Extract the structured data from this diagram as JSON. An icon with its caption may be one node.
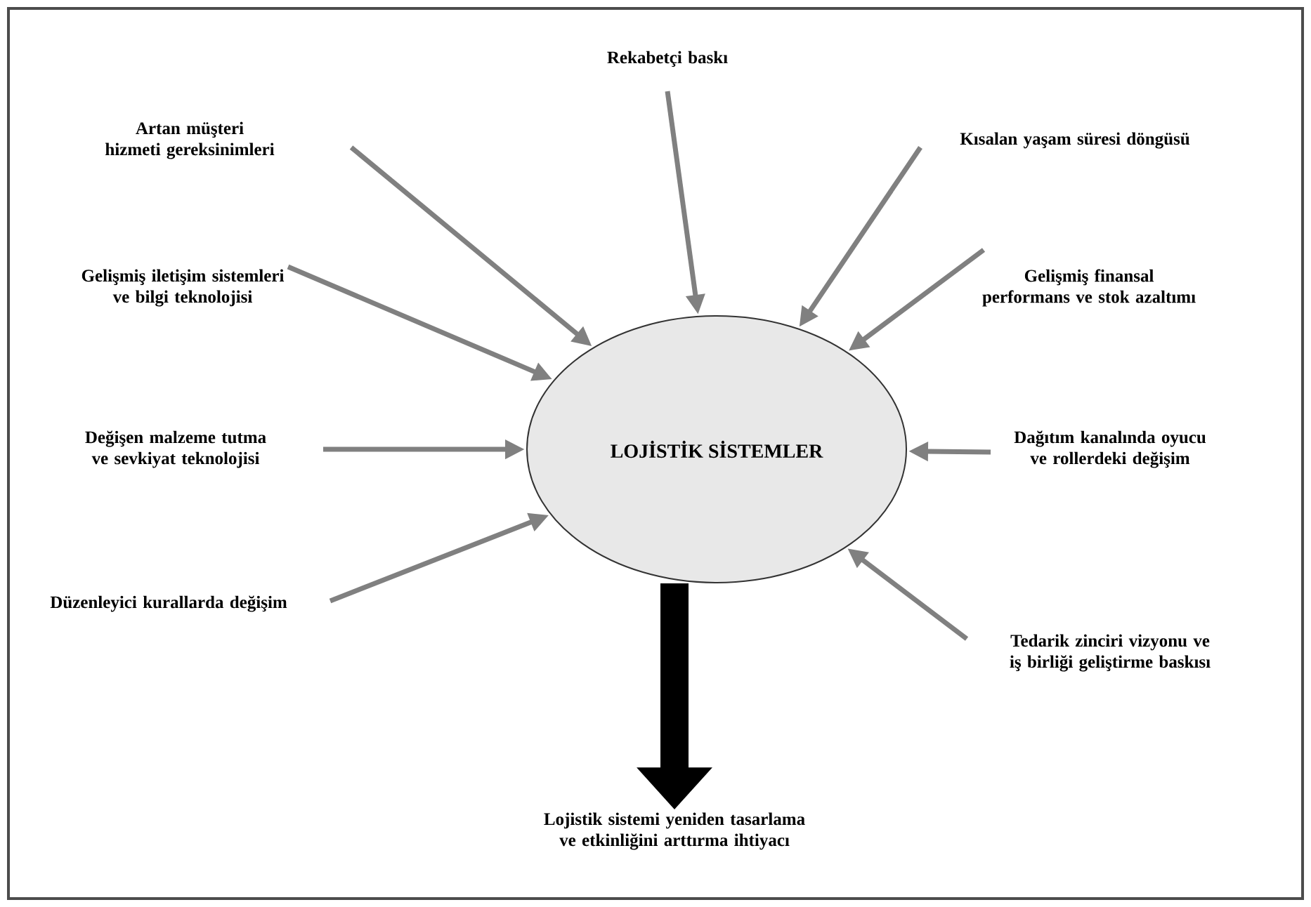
{
  "diagram": {
    "nodes": [
      {
        "text": [
          "LOJİSTİK SİSTEMLER"
        ]
      },
      {
        "text": [
          "Artan müşteri hizmeti gereksinimleri"
        ]
      },
      {
        "text": [
          "Rekabetçi baskı"
        ]
      },
      {
        "text": [
          "Kısalan yaşam süresi döngüsü"
        ]
      },
      {
        "text": [
          "Gelişmiş iletişim sistemleri ve bilgi teknolojisi"
        ]
      },
      {
        "text": [
          "Gelişmiş finansal performans ve stok azaltımı"
        ]
      },
      {
        "text": [
          "Değişen malzeme tutma ve sevkiyat teknolojisi"
        ]
      },
      {
        "text": [
          "Dağıtım kanalında oyucu ve rollerdeki değişim"
        ]
      },
      {
        "text": [
          "Düzenleyici kurallarda değişim"
        ]
      },
      {
        "text": [
          "Tedarik zinciri vizyonu ve iş birliği geliştirme baskısı"
        ]
      },
      {
        "text": [
          "Lojistik sistemi yeniden tasarlama ve etkinliğini arttırma ihtiyacı"
        ]
      }
    ],
    "edges": [
      {
        "from": 1,
        "to": 0,
        "arrow": "to"
      },
      {
        "from": 2,
        "to": 0,
        "arrow": "to"
      },
      {
        "from": 3,
        "to": 0,
        "arrow": "to"
      },
      {
        "from": 4,
        "to": 0,
        "arrow": "to"
      },
      {
        "from": 5,
        "to": 0,
        "arrow": "to"
      },
      {
        "from": 6,
        "to": 0,
        "arrow": "to"
      },
      {
        "from": 7,
        "to": 0,
        "arrow": "to"
      },
      {
        "from": 8,
        "to": 0,
        "arrow": "to"
      },
      {
        "from": 9,
        "to": 0,
        "arrow": "to"
      },
      {
        "from": 0,
        "to": 10,
        "arrow": "to",
        "style": "thick",
        "color": "#000000"
      }
    ]
  }
}
